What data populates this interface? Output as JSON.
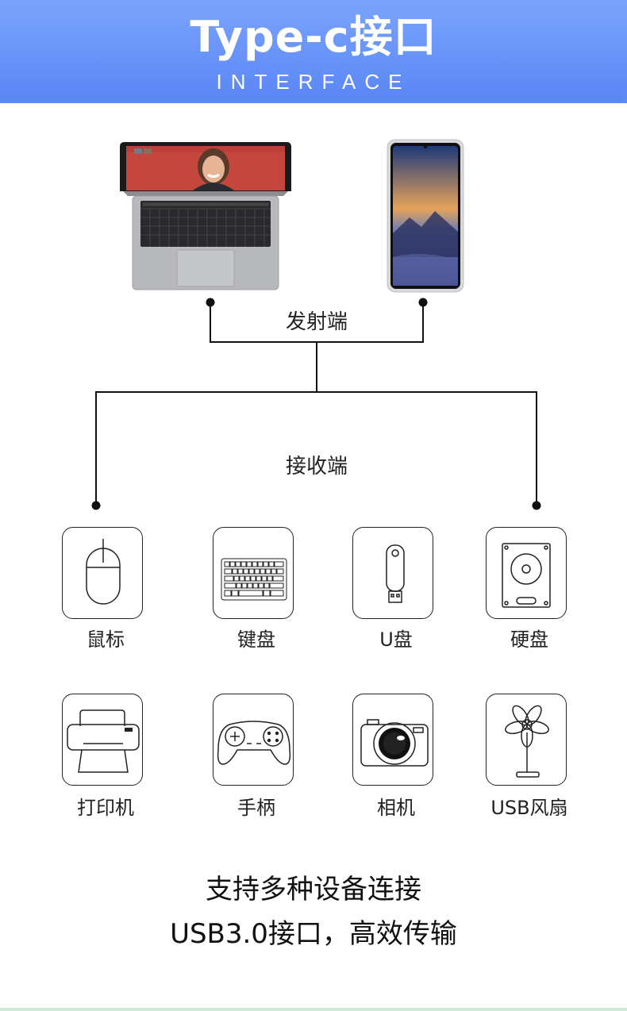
{
  "header": {
    "title": "Type-c接口",
    "subtitle": "INTERFACE",
    "gradient_top": "#7aa4fb",
    "gradient_bottom": "#5a86f6"
  },
  "diagram": {
    "transmit_label": "发射端",
    "receive_label": "接收端",
    "sources": [
      {
        "name": "laptop",
        "icon": "laptop-icon"
      },
      {
        "name": "phone",
        "icon": "smartphone-icon"
      }
    ]
  },
  "devices": [
    {
      "label": "鼠标",
      "icon": "mouse-icon"
    },
    {
      "label": "键盘",
      "icon": "keyboard-icon"
    },
    {
      "label": "U盘",
      "icon": "usb-drive-icon"
    },
    {
      "label": "硬盘",
      "icon": "hard-drive-icon"
    },
    {
      "label": "打印机",
      "icon": "printer-icon"
    },
    {
      "label": "手柄",
      "icon": "gamepad-icon"
    },
    {
      "label": "相机",
      "icon": "camera-icon"
    },
    {
      "label": "USB风扇",
      "icon": "fan-icon"
    }
  ],
  "footer": {
    "line1": "支持多种设备连接",
    "line2": "USB3.0接口，高效传输"
  }
}
